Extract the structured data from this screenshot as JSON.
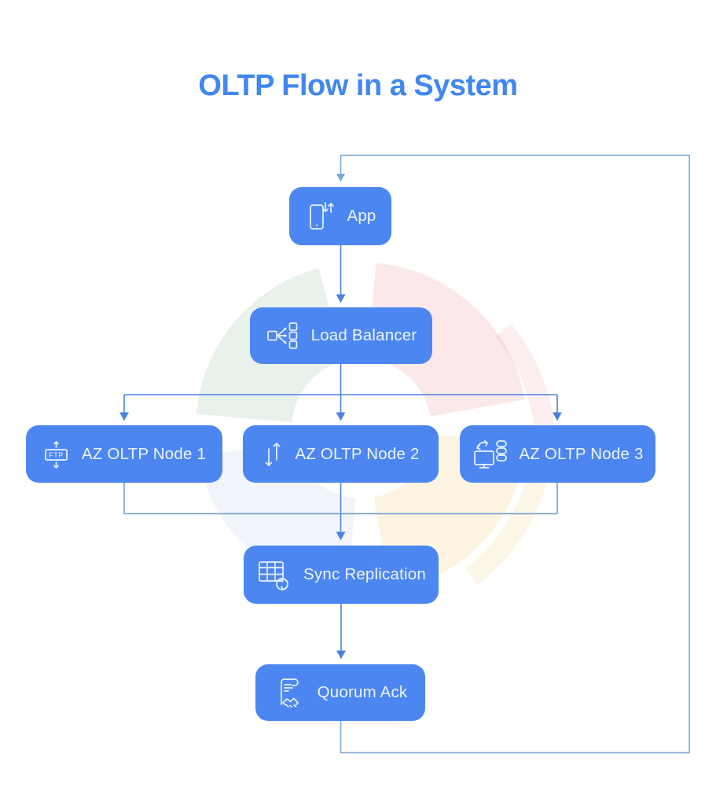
{
  "title": "OLTP Flow in a System",
  "colors": {
    "title": "#4087f0",
    "node_fill": "#4c86f1",
    "node_text": "#eef4ff",
    "connector": "#4b82e0",
    "rail_connector": "#6d99d5",
    "loop_connector": "#7ba6d3"
  },
  "nodes": {
    "app": {
      "label": "App",
      "icon": "phone-sync-icon"
    },
    "load_balancer": {
      "label": "Load Balancer",
      "icon": "load-distribution-icon"
    },
    "node1": {
      "label": "AZ OLTP Node 1",
      "icon": "ftp-transfer-icon",
      "icon_text": "FTP"
    },
    "node2": {
      "label": "AZ OLTP Node 2",
      "icon": "up-down-arrows-icon"
    },
    "node3": {
      "label": "AZ OLTP Node 3",
      "icon": "monitor-database-sync-icon"
    },
    "sync_replication": {
      "label": "Sync Replication",
      "icon": "table-sync-icon"
    },
    "quorum_ack": {
      "label": "Quorum Ack",
      "icon": "document-handshake-icon"
    }
  },
  "edges": [
    "App -> Load Balancer",
    "Load Balancer -> AZ OLTP Node 1",
    "Load Balancer -> AZ OLTP Node 2",
    "Load Balancer -> AZ OLTP Node 3",
    "AZ OLTP Node 1 -> Sync Replication",
    "AZ OLTP Node 2 -> Sync Replication",
    "AZ OLTP Node 3 -> Sync Replication",
    "Sync Replication -> Quorum Ack",
    "Quorum Ack -> App"
  ],
  "watermark": {
    "green": "#8fbf97",
    "red": "#ec9898",
    "yellow": "#eec763",
    "blue": "#a9b9dd"
  }
}
